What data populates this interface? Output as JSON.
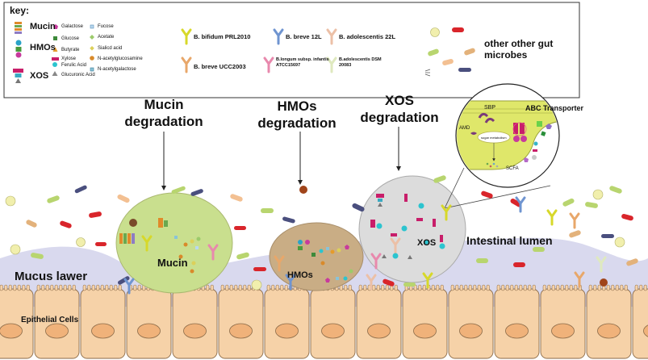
{
  "key": {
    "heading": "key:",
    "categories": {
      "mucin": "Mucin",
      "hmos": "HMOs",
      "xos": "XOS"
    },
    "sugars": {
      "galactose": "Galactose",
      "glucose": "Glucose",
      "butyrate": "Butyrate",
      "xylose": "Xylose",
      "ferulic_acid": "Ferulic Acid",
      "glucuronic_acid": "Glucuronic Acid",
      "fucose": "Fucose",
      "acetate": "Acetate",
      "sialic_acid": "Sialicd acid",
      "n_acetylglucosamine": "N-acetylglucosamine",
      "n_acetylgalactose": "N-acetylgalactose"
    },
    "strains": {
      "bifidum": "B. bifidum PRL2010",
      "breve12l": "B. breve 12L",
      "adolescentis22l": "B. adolescentis 22L",
      "breve_ucc": "B. breve UCC2003",
      "longum": "B.longum subsp. infantis ATCC15697",
      "adolescentis_dsm": "B.adolescentis DSM 20083"
    },
    "other_microbes": "other other gut microbes"
  },
  "titles": {
    "mucin": "Mucin degradation",
    "hmos": "HMOs degradation",
    "xos": "XOS degradation"
  },
  "zones": {
    "mucin": "Mucin",
    "hmos": "HMOs",
    "xos": "XOS",
    "lumen": "Intestinal lumen",
    "mucus": "Mucus lawer",
    "epithelial": "Epithelial Cells"
  },
  "zoom": {
    "sbp": "SBP",
    "abc": "ABC Transporter",
    "amd": "AMD",
    "sugar": "sugar metabolism",
    "scfa": "SCFA"
  },
  "colors": {
    "mucin_bubble": "#c9df8e",
    "hmos_bubble": "#c9ad85",
    "xos_bubble": "#dcdcdc",
    "mucus": "#d9d9ee",
    "cell": "#f6d2a8",
    "cell_border": "#8a6a48",
    "membrane": "#dfe76a"
  }
}
